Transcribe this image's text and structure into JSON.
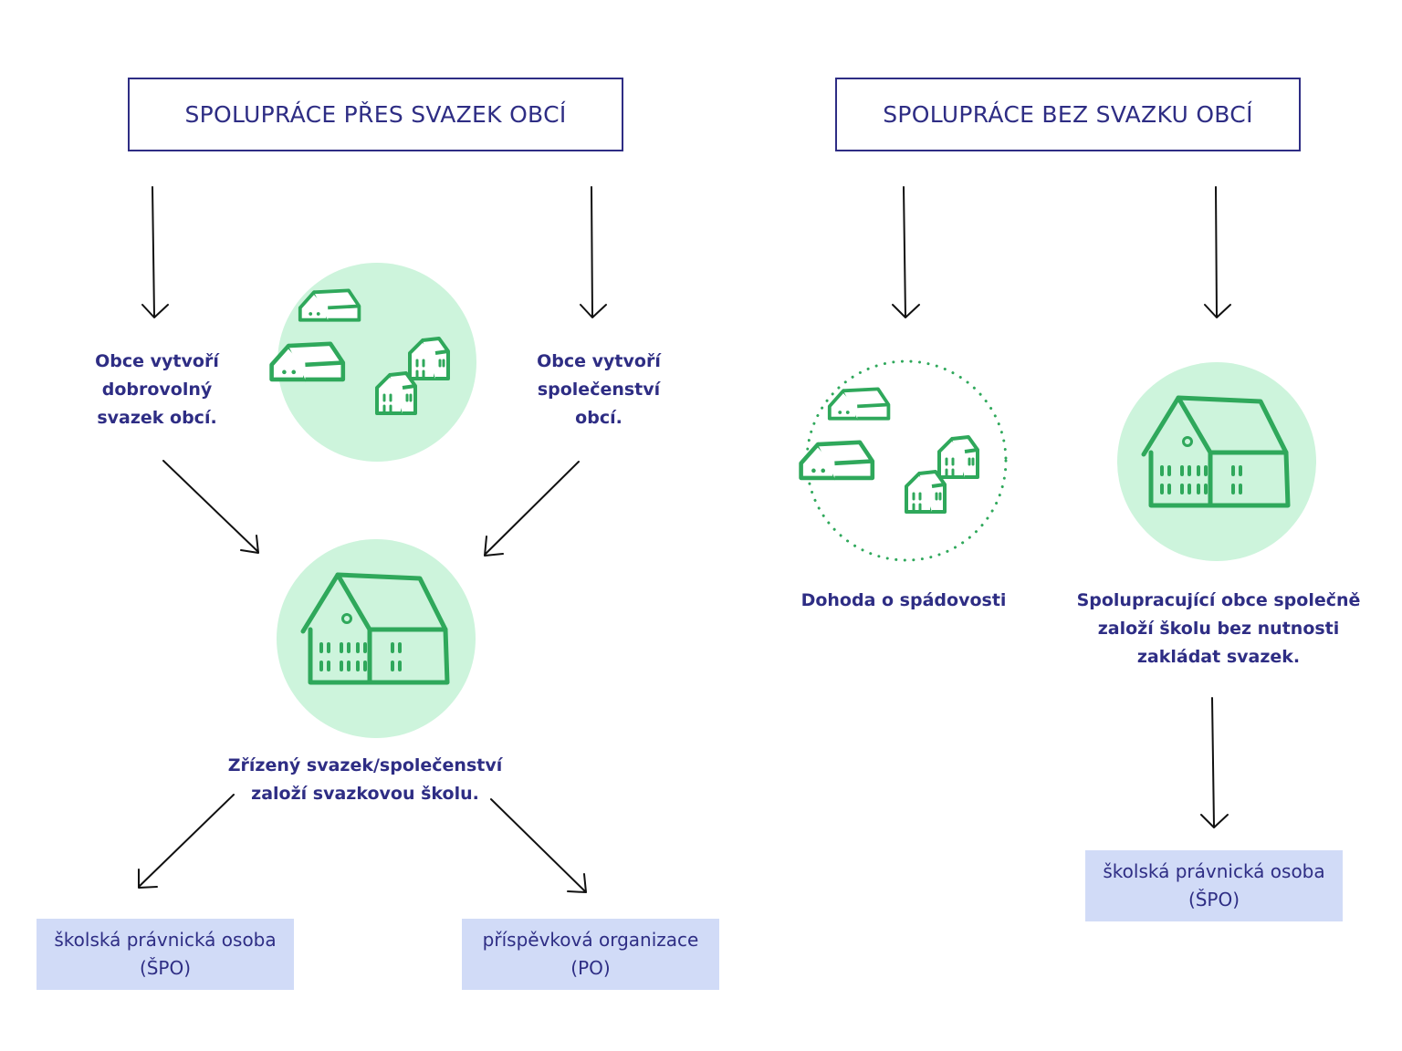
{
  "left": {
    "title": "SPOLUPRÁCE PŘES SVAZEK OBCÍ",
    "option_a": "Obce vytvoří\ndobrovolný\nsvazek obcí.",
    "option_b": "Obce vytvoří\nspolečenství\nobcí.",
    "middle": "Zřízený svazek/společenství\nzaloží svazkovou školu.",
    "result_a": "školská právnická osoba\n(ŠPO)",
    "result_b": "příspěvková organizace\n(PO)"
  },
  "right": {
    "title": "SPOLUPRÁCE BEZ SVAZKU OBCÍ",
    "option_a": "Dohoda o spádovosti",
    "option_b": "Spolupracující obce společně\nzaloží školu bez nutnosti\nzakládat svazek.",
    "result": "školská právnická osoba\n(ŠPO)"
  },
  "icons": [
    {
      "name": "villages-icon",
      "circle": "filled"
    },
    {
      "name": "school-building-icon",
      "circle": "filled"
    },
    {
      "name": "villages-icon",
      "circle": "dotted"
    },
    {
      "name": "school-building-icon",
      "circle": "filled"
    }
  ],
  "colors": {
    "text": "#2e2d84",
    "icon_stroke": "#2fa85b",
    "icon_circle": "#cdf4dc",
    "result_box": "#d1dbf7",
    "arrow": "#111111"
  }
}
